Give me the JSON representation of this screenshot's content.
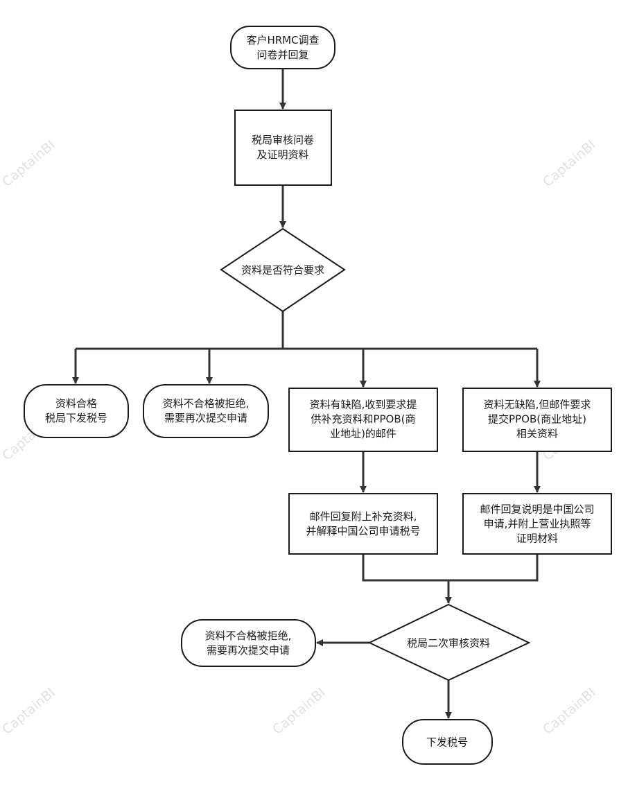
{
  "nodes": {
    "start": {
      "lines": [
        "客户HRMC调查",
        "问卷并回复"
      ]
    },
    "review": {
      "lines": [
        "税局审核问卷",
        "及证明资料"
      ]
    },
    "decision": {
      "lines": [
        "资料是否符合要求"
      ]
    },
    "qualified": {
      "lines": [
        "资料合格",
        "税局下发税号"
      ]
    },
    "rejected": {
      "lines": [
        "资料不合格被拒绝,",
        "需要再次提交申请"
      ]
    },
    "defect": {
      "lines": [
        "资料有缺陷,收到要求提",
        "供补充资料和PPOB(商",
        "业地址)的邮件"
      ]
    },
    "no_defect": {
      "lines": [
        "资料无缺陷,但邮件要求",
        "提交PPOB(商业地址)",
        "相关资料"
      ]
    },
    "reply_supplement": {
      "lines": [
        "邮件回复附上补充资料,",
        "并解释中国公司申请税号"
      ]
    },
    "reply_china": {
      "lines": [
        "邮件回复说明是中国公司",
        "申请,并附上营业执照等",
        "证明材料"
      ]
    },
    "second_review": {
      "lines": [
        "税局二次审核资料"
      ]
    },
    "rejected_again": {
      "lines": [
        "资料不合格被拒绝,",
        "需要再次提交申请"
      ]
    },
    "issue_tax_id": {
      "lines": [
        "下发税号"
      ]
    }
  },
  "watermark": "CaptainBI",
  "colors": {
    "stroke": "#1a1a1a",
    "connector": "#333333",
    "fill": "#ffffff",
    "watermark": "#c9c9c9"
  }
}
